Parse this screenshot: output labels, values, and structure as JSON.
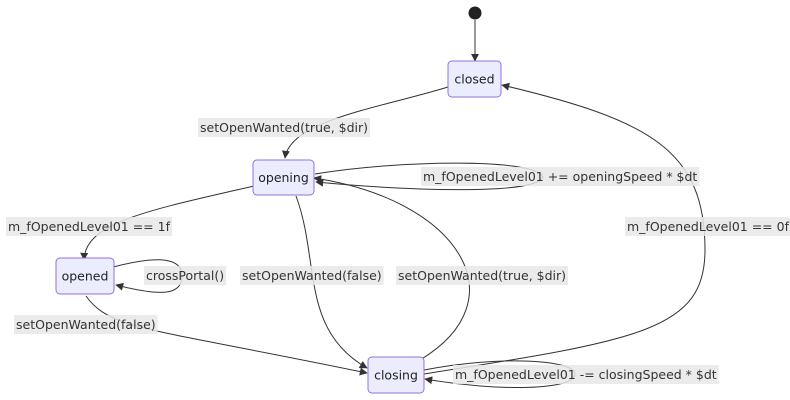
{
  "states": {
    "closed": "closed",
    "opening": "opening",
    "opened": "opened",
    "closing": "closing"
  },
  "transitions": {
    "closed_to_opening": "setOpenWanted(true, $dir)",
    "opening_self": "m_fOpenedLevel01 += openingSpeed * $dt",
    "opening_to_opened": "m_fOpenedLevel01 == 1f",
    "opened_self": "crossPortal()",
    "opening_to_closing": "setOpenWanted(false)",
    "closing_to_opening": "setOpenWanted(true, $dir)",
    "closing_to_closed": "m_fOpenedLevel01 == 0f",
    "opened_to_closing": "setOpenWanted(false)",
    "closing_self": "m_fOpenedLevel01 -= closingSpeed * $dt"
  },
  "colors": {
    "state_fill": "#ECECFF",
    "state_stroke": "#9370DB",
    "edge": "#333333",
    "label_bg": "#e8e8e8",
    "start_dot": "#222222"
  }
}
